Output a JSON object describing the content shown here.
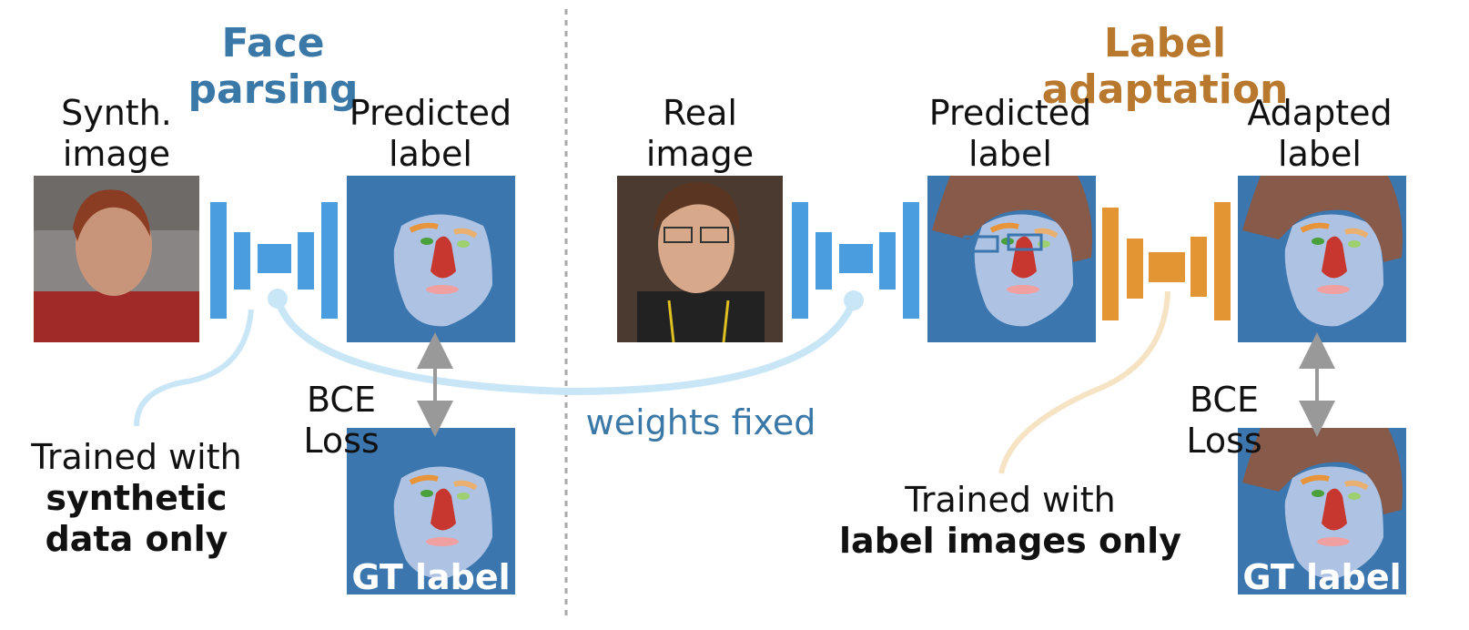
{
  "left_panel": {
    "title": "Face parsing",
    "input_label": [
      "Synth.",
      "image"
    ],
    "output_label": [
      "Predicted",
      "label"
    ],
    "loss_label": "BCE Loss",
    "gt_label": "GT label",
    "note": [
      "Trained with",
      "synthetic",
      "data only"
    ]
  },
  "middle": {
    "weights_note": "weights fixed"
  },
  "right_panel": {
    "title": "Label adaptation",
    "input_label": [
      "Real",
      "image"
    ],
    "predicted_label": [
      "Predicted",
      "label"
    ],
    "adapted_label": [
      "Adapted",
      "label"
    ],
    "loss_label": "BCE Loss",
    "gt_label": "GT label",
    "note": [
      "Trained with",
      "label images only"
    ]
  },
  "colors": {
    "parsing_title": "#3a78a8",
    "adaptation_title": "#b8782e",
    "parsing_net": "#4a9ee0",
    "adaptation_net": "#e39533",
    "label_bg": "#3b76ae",
    "skin": "#aec3e3",
    "hair": "#875a4a",
    "nose": "#c8372f"
  }
}
